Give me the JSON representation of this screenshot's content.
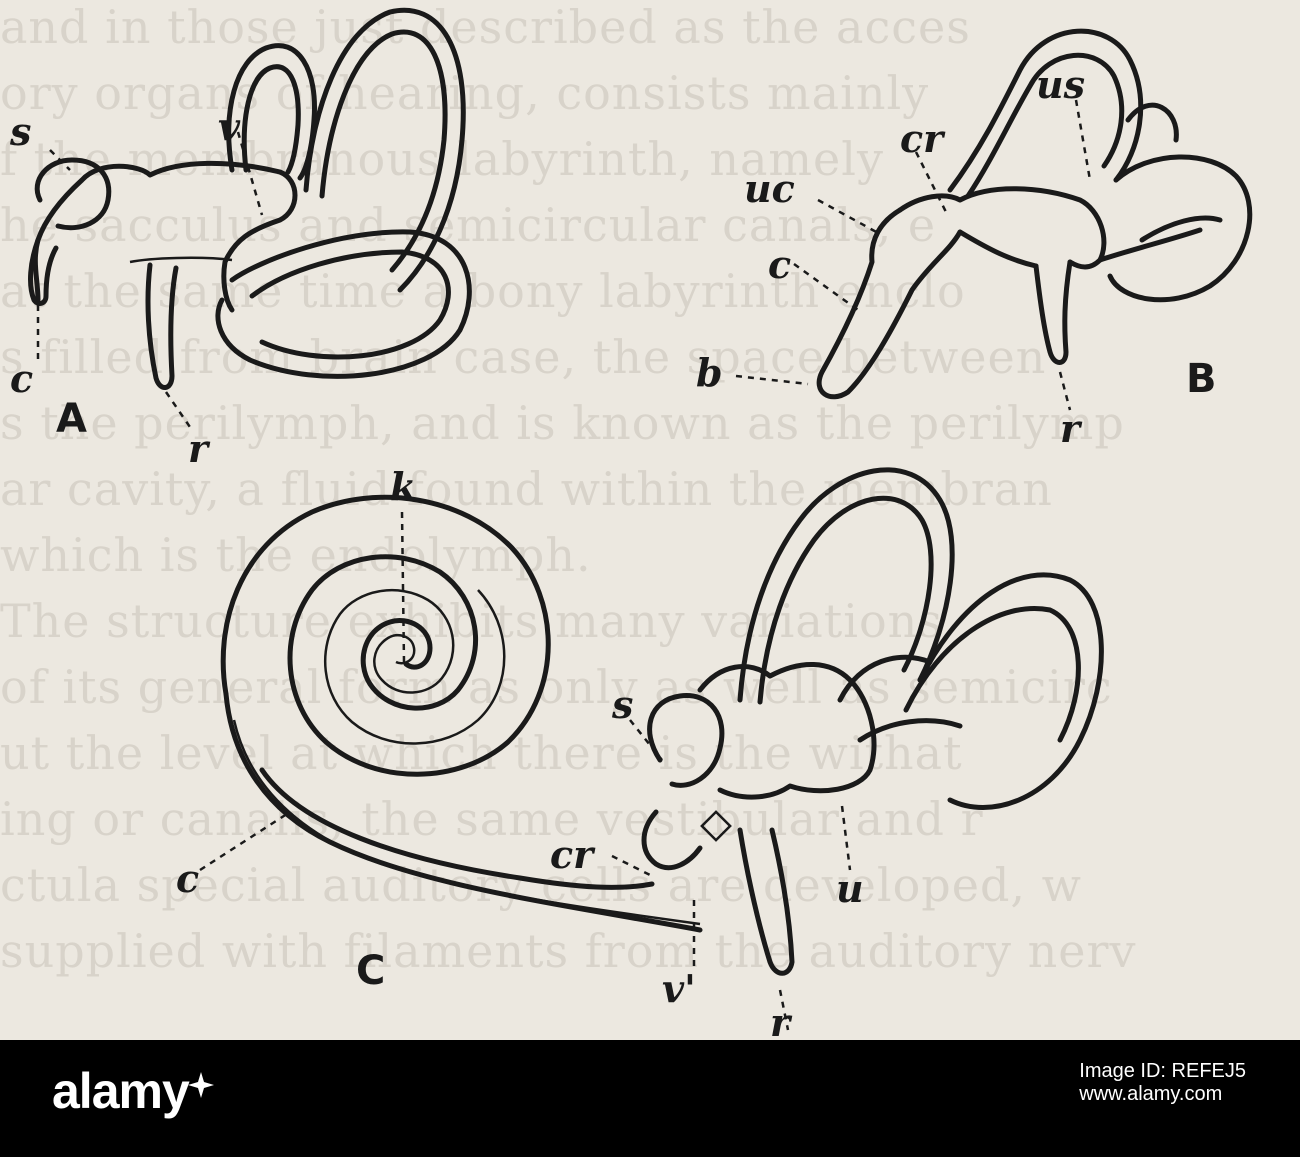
{
  "figure": {
    "panels": [
      "A",
      "B",
      "C"
    ],
    "labels_a": [
      "s",
      "v",
      "c",
      "r"
    ],
    "labels_b": [
      "us",
      "cr",
      "uc",
      "c",
      "b",
      "r"
    ],
    "labels_c": [
      "k",
      "s",
      "cr",
      "c",
      "u",
      "v'",
      "r"
    ]
  },
  "background_text": [
    "and in those just described as the acces",
    "ory organs of hearing, consists mainly",
    "f the membranous labyrinth, namely",
    "he sacculus and semicircular canals, e",
    "at the same time a bony labyrinth enclo",
    "s filled from brain case, the space between",
    "s the perilymph, and is known as the perilymp",
    "ar cavity, a fluid found within the membran",
    "which is the endolymph.",
    "The structure exhibits many variations",
    "of its general form as only as well as semicirc",
    "ut the level at which there is the withat",
    "ing or canalis, the same vestibular and r",
    "ctula special auditory cells are developed, w",
    "supplied with filaments from the auditory nerv"
  ],
  "footer": {
    "brand": "alamy",
    "image_id_label": "Image ID: REFEJ5",
    "site": "www.alamy.com"
  },
  "colors": {
    "paper": "#ece8e0",
    "ink": "#1a1a1a",
    "bar": "#000000",
    "brand": "#ffffff"
  }
}
